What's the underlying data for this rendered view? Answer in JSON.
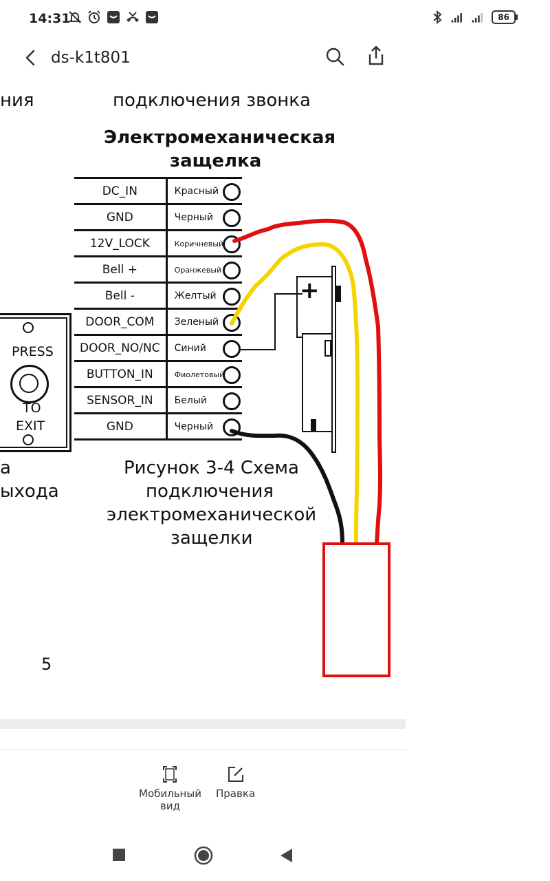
{
  "status_bar": {
    "time": "14:31",
    "battery": "86",
    "icons_left": [
      "mute-bell-icon",
      "alarm-icon",
      "app-icon",
      "missed-call-icon",
      "app-icon"
    ],
    "icons_right": [
      "bluetooth-icon",
      "signal-icon",
      "signal-icon",
      "battery-icon"
    ]
  },
  "header": {
    "title": "ds-k1t801",
    "back_icon": "chevron-left-icon",
    "search_icon": "search-icon",
    "share_icon": "share-icon"
  },
  "document": {
    "cut_left_top": "ния",
    "cut_center_top": "подключения звонка",
    "lock_heading_1": "Электромеханическая",
    "lock_heading_2": "защелка",
    "terminals": [
      {
        "pin": "DC_IN",
        "color": "Красный"
      },
      {
        "pin": "GND",
        "color": "Черный"
      },
      {
        "pin": "12V_LOCK",
        "color": "Коричневый"
      },
      {
        "pin": "Bell +",
        "color": "Оранжевый"
      },
      {
        "pin": "Bell -",
        "color": "Желтый"
      },
      {
        "pin": "DOOR_COM",
        "color": "Зеленый"
      },
      {
        "pin": "DOOR_NO/NC",
        "color": "Синий"
      },
      {
        "pin": "BUTTON_IN",
        "color": "Фиолетовый"
      },
      {
        "pin": "SENSOR_IN",
        "color": "Белый"
      },
      {
        "pin": "GND",
        "color": "Черный"
      }
    ],
    "exit_button": {
      "press": "PRESS",
      "to": "TO",
      "exit": "EXIT"
    },
    "lock_plus": "+",
    "cut_left_bottom_1": "а",
    "cut_left_bottom_2": "ыхода",
    "caption_1": "Рисунок 3-4 Схема",
    "caption_2": "подключения",
    "caption_3": "электромеханической",
    "caption_4": "защелки",
    "page_number": "5",
    "wire_colors": {
      "red": "#e01010",
      "yellow": "#f5d400",
      "black": "#111111"
    }
  },
  "toolbar": {
    "mobile_view_label_1": "Мобильный",
    "mobile_view_label_2": "вид",
    "edit_label": "Правка"
  },
  "nav": {
    "icons": [
      "recent-apps-icon",
      "home-icon",
      "back-icon"
    ]
  }
}
